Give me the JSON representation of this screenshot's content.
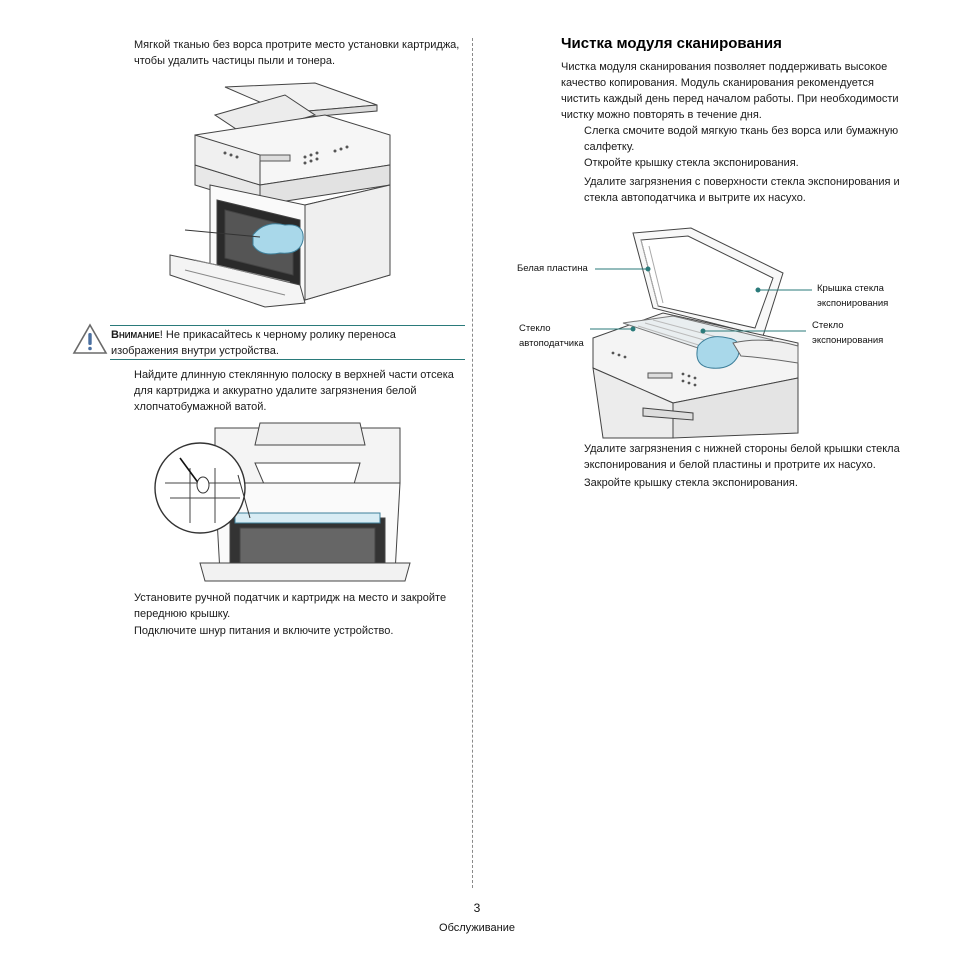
{
  "left": {
    "p1": "Мягкой тканью без ворса протрите место установки картриджа, чтобы удалить частицы пыли и тонера.",
    "warning": {
      "label": "Внимание",
      "text": "! Не прикасайтесь к черному ролику переноса изображения внутри устройства."
    },
    "p2": "Найдите длинную стеклянную полоску в верхней части отсека для картриджа и аккуратно удалите загрязнения белой хлопчатобумажной ватой.",
    "p3": "Установите ручной податчик и картридж на место и закройте переднюю крышку.",
    "p4": "Подключите шнур питания и включите устройство."
  },
  "right": {
    "heading": "Чистка модуля сканирования",
    "intro": "Чистка модуля сканирования позволяет поддерживать высокое качество копирования. Модуль сканирования рекомендуется чистить каждый день перед началом работы. При необходимости чистку можно повторять в течение дня.",
    "s1": "Слегка смочите водой мягкую ткань без ворса или бумажную салфетку.",
    "s2": "Откройте крышку стекла экспонирования.",
    "s3": "Удалите загрязнения с поверхности стекла экспонирования и стекла автоподатчика и вытрите их насухо.",
    "callouts": {
      "white_plate": "Белая пластина",
      "cover_l1": "Крышка стекла",
      "cover_l2": "экспонирования",
      "adf_l1": "Стекло",
      "adf_l2": "автоподатчика",
      "glass_l1": "Стекло",
      "glass_l2": "экспонирования"
    },
    "s4": "Удалите загрязнения с нижней стороны белой крышки стекла экспонирования и белой пластины и протрите их насухо.",
    "s5": "Закройте крышку стекла экспонирования."
  },
  "footer": {
    "page": "3",
    "section": "Обслуживание"
  },
  "colors": {
    "accent": "#2a7a7a",
    "cloth": "#a9d8ea"
  }
}
